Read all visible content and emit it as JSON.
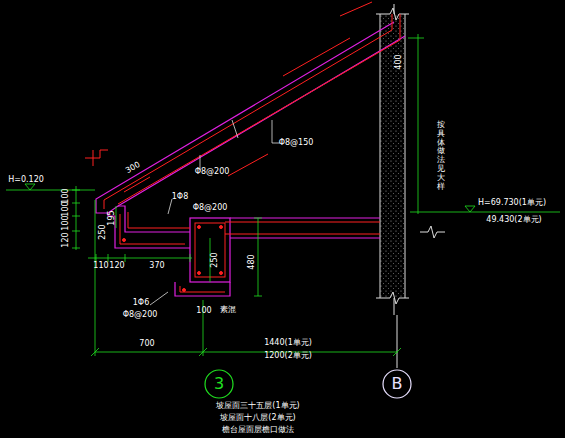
{
  "diagram": {
    "nodes": [
      {
        "text": [
          "3"
        ]
      },
      {
        "text": [
          "B"
        ]
      }
    ],
    "labels": [
      "H=0.120",
      "100",
      "100",
      "100",
      "120",
      "300",
      "Φ8@200",
      "Φ8@150",
      "1Φ8",
      "Φ8@200",
      "195",
      "250",
      "110",
      "120",
      "370",
      "250",
      "480",
      "1Φ6",
      "Φ8@200",
      "100",
      "素混",
      "400",
      "按具体做法见大样",
      "H=69.730(1单元)",
      "49.430(2单元)",
      "700",
      "1440(1单元)",
      "1200(2单元)",
      "坡屋面三十五层(1单元)",
      "坡屋面十八层(2单元)",
      "檐台屋面层檐口做法"
    ]
  }
}
